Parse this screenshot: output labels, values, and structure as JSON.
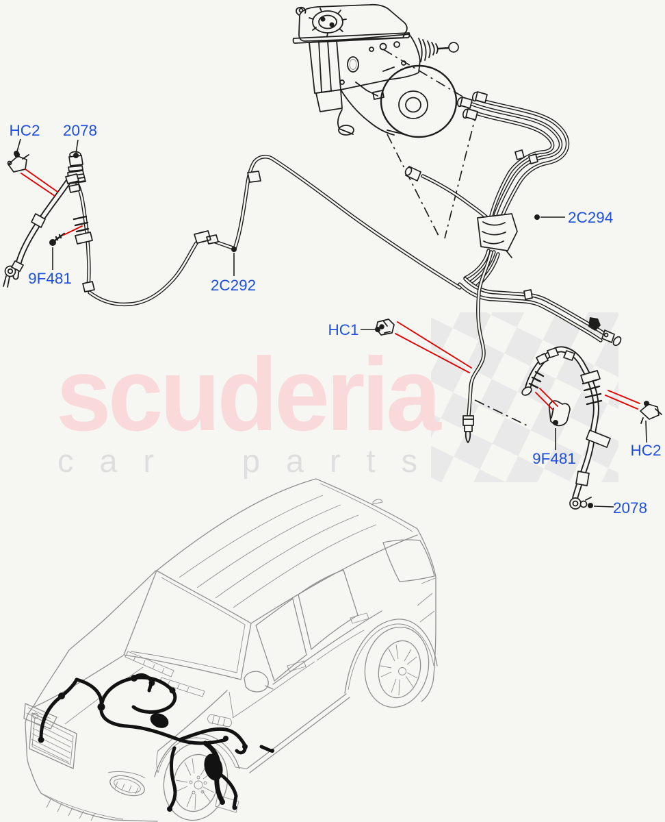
{
  "watermark": {
    "brand": "scuderia",
    "tagline": "car parts"
  },
  "callouts": [
    {
      "code": "HC2",
      "position": "top-left"
    },
    {
      "code": "2078",
      "position": "top-left"
    },
    {
      "code": "9F481",
      "position": "left"
    },
    {
      "code": "2C292",
      "position": "center"
    },
    {
      "code": "2C294",
      "position": "right"
    },
    {
      "code": "HC1",
      "position": "center"
    },
    {
      "code": "9F481",
      "position": "lower-right"
    },
    {
      "code": "HC2",
      "position": "lower-right"
    },
    {
      "code": "2078",
      "position": "lower-right"
    }
  ],
  "colors": {
    "background": "#f6f7f3",
    "label_blue": "#1e4fdd",
    "pointer_red": "#e10000",
    "line_black": "#1d1d1b",
    "car_gray": "#8f8f8f",
    "watermark_pink": "#f9d9da",
    "watermark_gray": "#dedede",
    "checker_gray": "#e9e9e9"
  }
}
